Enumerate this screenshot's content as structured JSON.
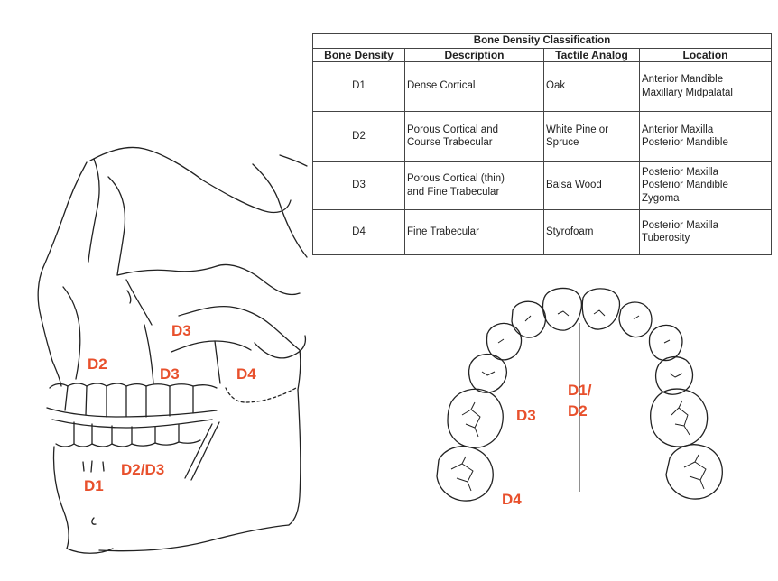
{
  "table": {
    "title": "Bone Density Classification",
    "headers": [
      "Bone Density",
      "Description",
      "Tactile Analog",
      "Location"
    ],
    "rows": [
      {
        "density": "D1",
        "description": [
          "Dense Cortical"
        ],
        "analog": [
          "Oak"
        ],
        "location": [
          "Anterior Mandible",
          "Maxillary Midpalatal"
        ]
      },
      {
        "density": "D2",
        "description": [
          "Porous Cortical and",
          "Course Trabecular"
        ],
        "analog": [
          "White Pine or",
          "Spruce"
        ],
        "location": [
          "Anterior Maxilla",
          "Posterior Mandible"
        ]
      },
      {
        "density": "D3",
        "description": [
          "Porous Cortical (thin)",
          "and Fine Trabecular"
        ],
        "analog": [
          "Balsa Wood"
        ],
        "location": [
          "Posterior Maxilla",
          "Posterior Mandible",
          "Zygoma"
        ]
      },
      {
        "density": "D4",
        "description": [
          "Fine Trabecular"
        ],
        "analog": [
          "Styrofoam"
        ],
        "location": [
          "Posterior Maxilla",
          "Tuberosity"
        ]
      }
    ]
  },
  "skull_labels": {
    "d3_upper": "D3",
    "d2": "D2",
    "d3_mid": "D3",
    "d4": "D4",
    "d2_d3": "D2/D3",
    "d1": "D1"
  },
  "arch_labels": {
    "d1_d2_line1": "D1/",
    "d1_d2_line2": "D2",
    "d3": "D3",
    "d4": "D4"
  },
  "colors": {
    "label": "#e8502c",
    "line": "#222222"
  }
}
